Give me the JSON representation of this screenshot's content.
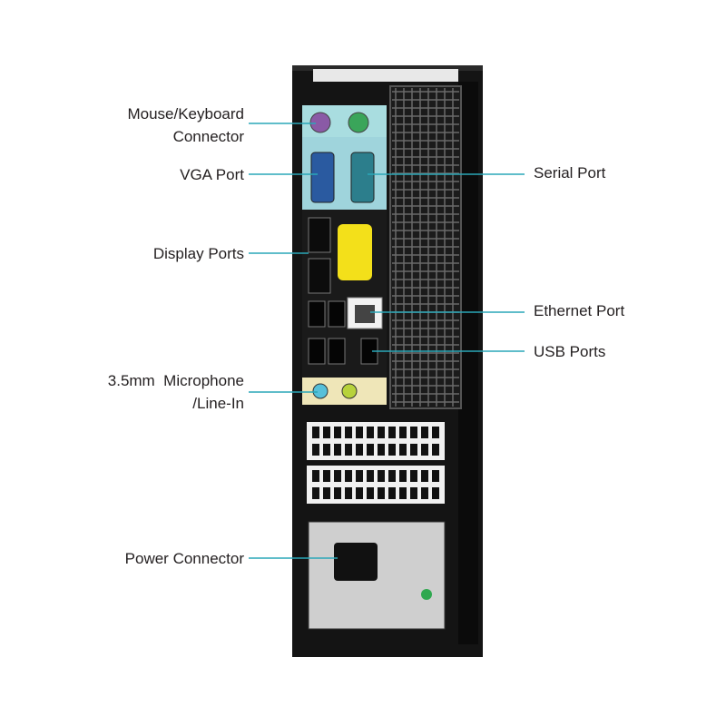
{
  "colors": {
    "leader_line": "#2aa7b8",
    "chassis": "#141414",
    "io_panel": "#a9dde0",
    "barcode_label": "#f3e01a"
  },
  "labels": {
    "mouse_keyboard": [
      "Mouse/Keyboard",
      "Connector"
    ],
    "vga": "VGA Port",
    "display": "Display Ports",
    "microphone": [
      "3.5mm  Microphone",
      "/Line-In"
    ],
    "power": "Power Connector",
    "serial": "Serial Port",
    "ethernet": "Ethernet Port",
    "usb": "USB Ports"
  }
}
